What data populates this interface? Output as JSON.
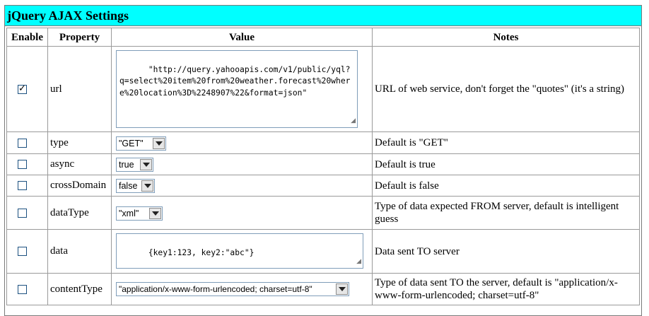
{
  "title": "jQuery AJAX Settings",
  "columns": {
    "enable": "Enable",
    "property": "Property",
    "value": "Value",
    "notes": "Notes"
  },
  "rows": {
    "url": {
      "property": "url",
      "enabled": true,
      "value": "\"http://query.yahooapis.com/v1/public/yql?q=select%20item%20from%20weather.forecast%20where%20location%3D%2248907%22&format=json\"",
      "notes": "URL of web service, don't forget the \"quotes\" (it's a string)"
    },
    "type": {
      "property": "type",
      "enabled": false,
      "value": "\"GET\"",
      "notes": "Default is \"GET\""
    },
    "async": {
      "property": "async",
      "enabled": false,
      "value": "true",
      "notes": "Default is true"
    },
    "crossDomain": {
      "property": "crossDomain",
      "enabled": false,
      "value": "false",
      "notes": "Default is false"
    },
    "dataType": {
      "property": "dataType",
      "enabled": false,
      "value": "\"xml\"",
      "notes": "Type of data expected FROM server, default is intelligent guess"
    },
    "data": {
      "property": "data",
      "enabled": false,
      "value": "{key1:123, key2:\"abc\"}",
      "notes": "Data sent TO server"
    },
    "contentType": {
      "property": "contentType",
      "enabled": false,
      "value": "\"application/x-www-form-urlencoded; charset=utf-8\"",
      "notes": "Type of data sent TO the server, default is \"application/x-www-form-urlencoded; charset=utf-8\""
    }
  },
  "icons": {
    "check": "checkmark-icon",
    "dropdown": "chevron-down-icon",
    "resize": "resize-grip-icon"
  }
}
